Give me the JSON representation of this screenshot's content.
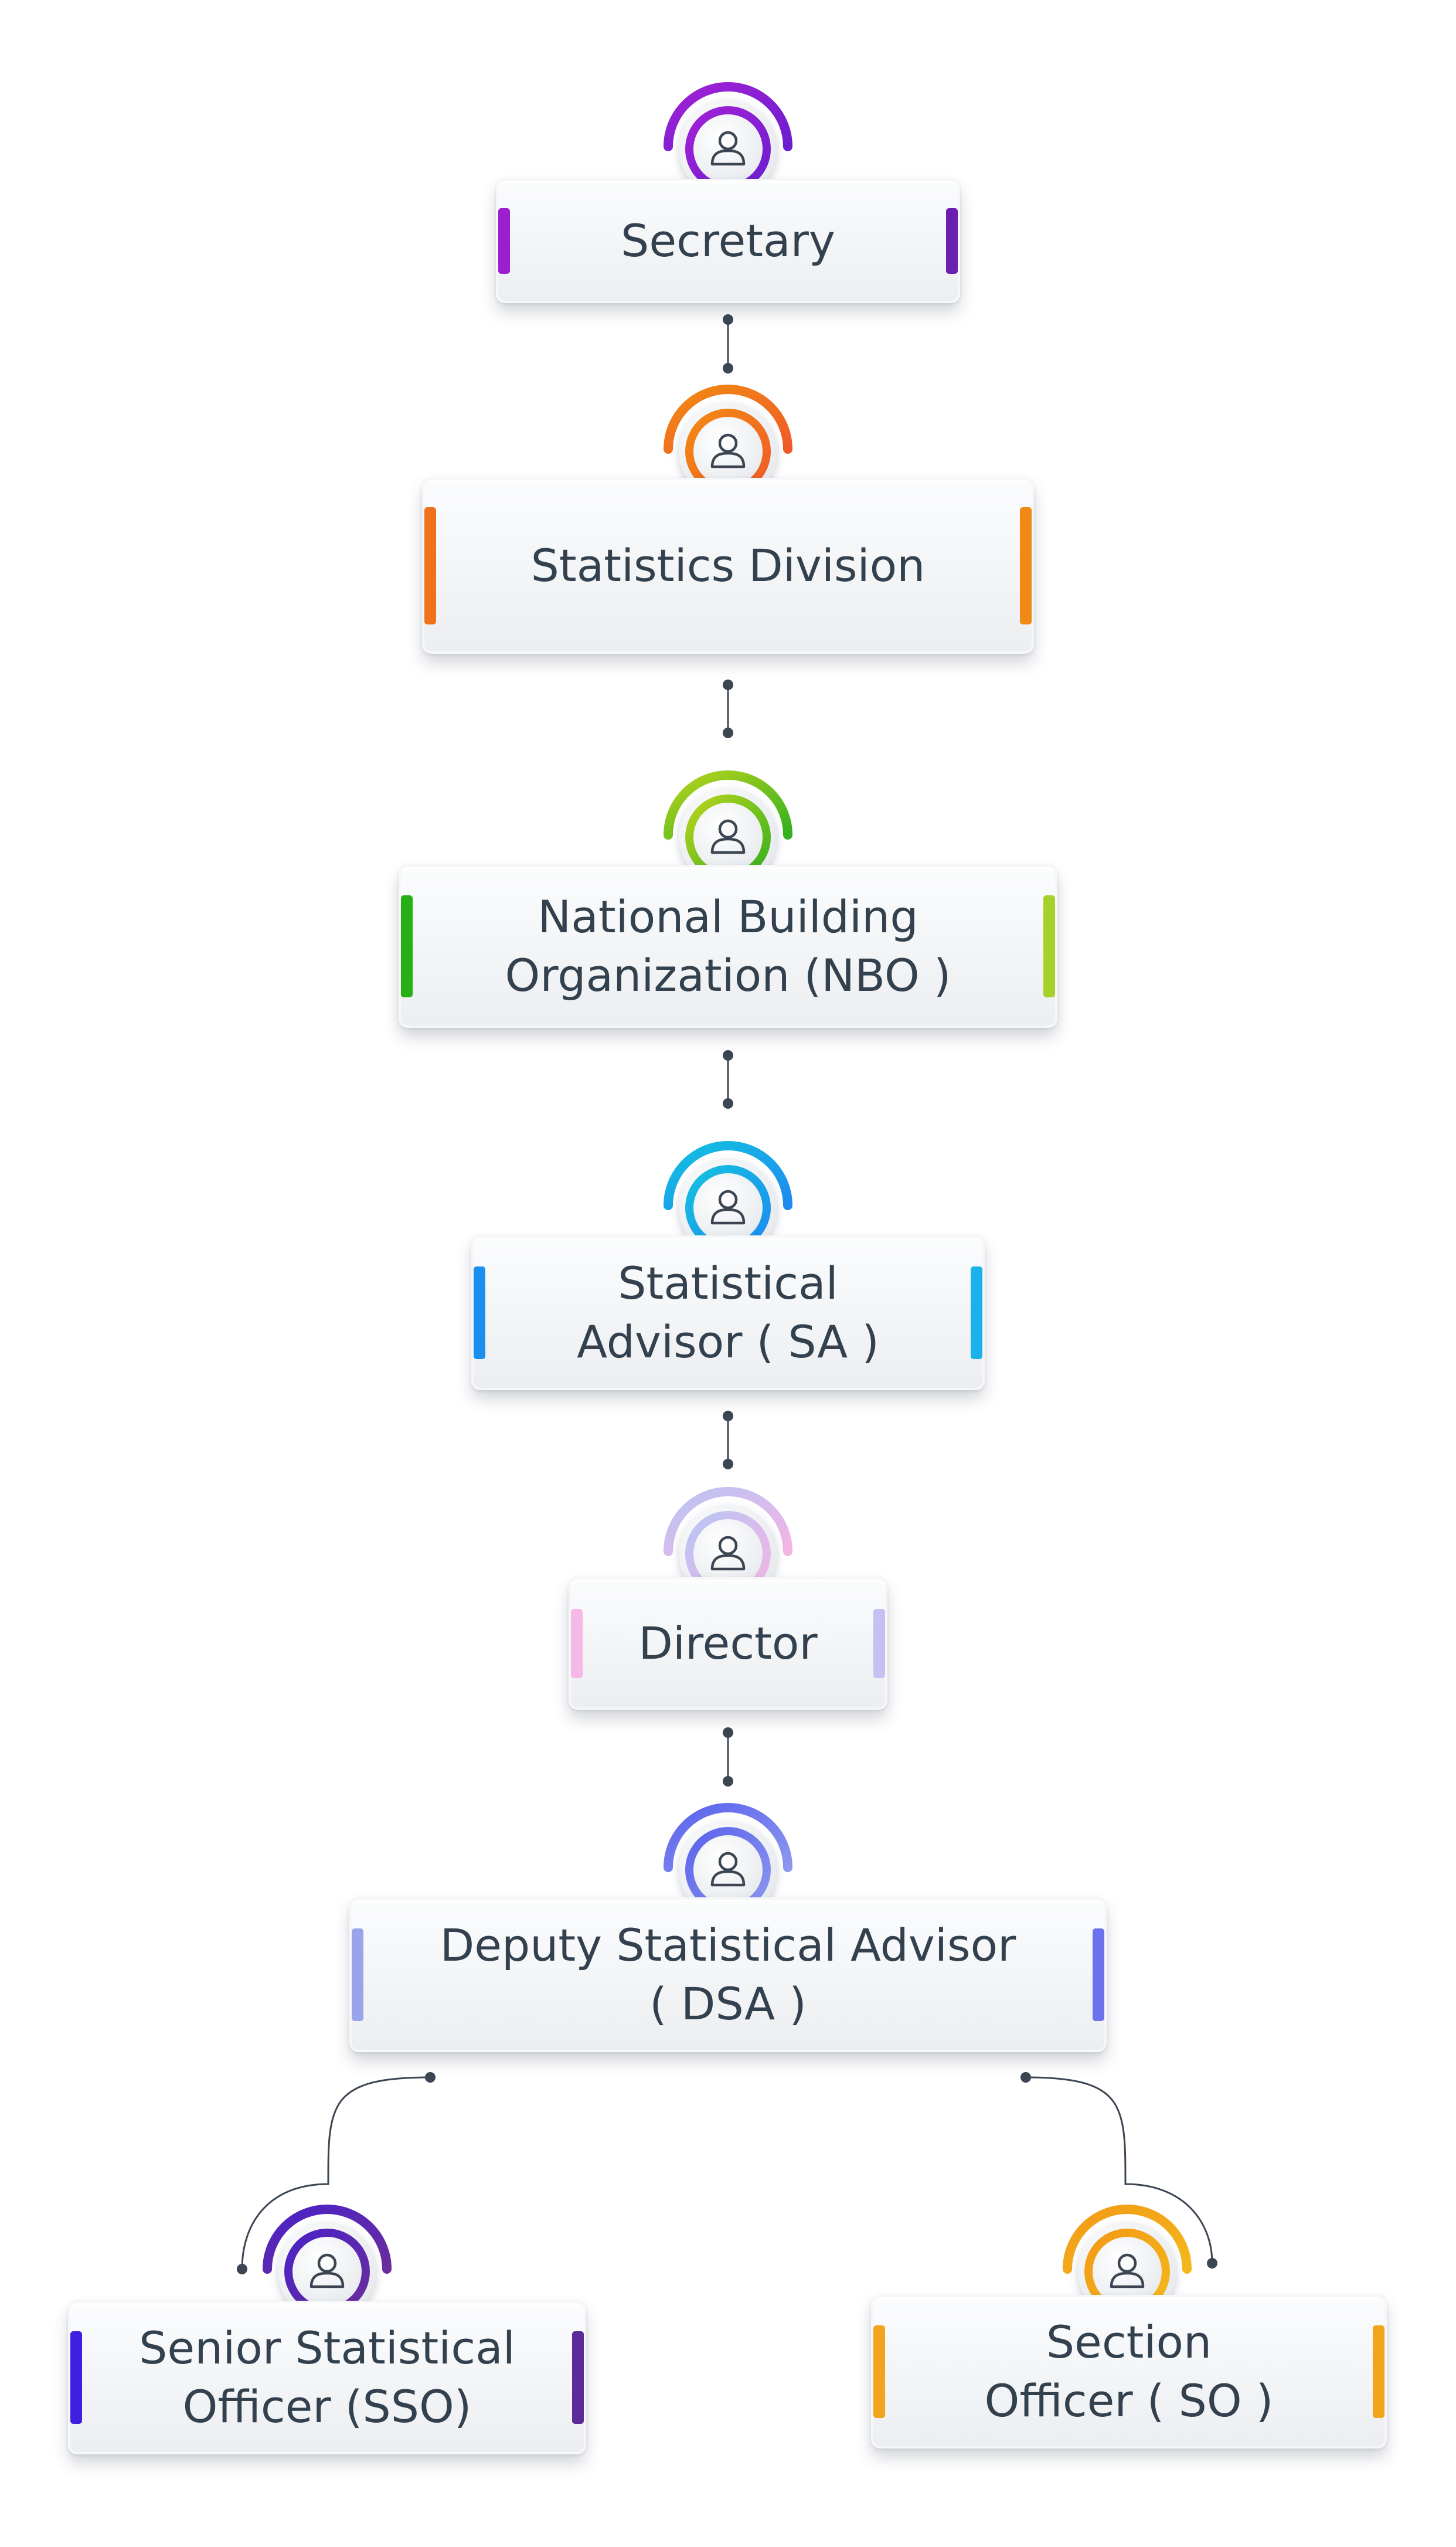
{
  "nodes": {
    "secretary": {
      "lines": [
        "Secretary"
      ],
      "colors": {
        "left": "#9b1fcf",
        "right": "#6a1fb0",
        "ring": [
          "#a321d6",
          "#6b1ecf"
        ]
      }
    },
    "statistics_division": {
      "lines": [
        "Statistics Division"
      ],
      "colors": {
        "left": "#f0711c",
        "right": "#f08a14",
        "ring": [
          "#f28a13",
          "#ef5a28"
        ]
      }
    },
    "nbo": {
      "lines": [
        "National Building",
        "Organization (NBO )"
      ],
      "colors": {
        "left": "#27b014",
        "right": "#a5d12a",
        "ring": [
          "#b9d41e",
          "#34b01f"
        ]
      }
    },
    "sa": {
      "lines": [
        "Statistical",
        "Advisor ( SA )"
      ],
      "colors": {
        "left": "#1b8ff0",
        "right": "#1ab2e8",
        "ring": [
          "#14c2e0",
          "#1e8af0"
        ]
      }
    },
    "director": {
      "lines": [
        "Director"
      ],
      "colors": {
        "left": "#f6b8e6",
        "right": "#c7c0f2",
        "ring": [
          "#b7c5f4",
          "#f4b4e4"
        ]
      }
    },
    "dsa": {
      "lines": [
        "Deputy Statistical Advisor",
        "( DSA )"
      ],
      "colors": {
        "left": "#9aa4ea",
        "right": "#6b73ec",
        "ring": [
          "#5b63ec",
          "#8d97ef"
        ]
      }
    },
    "sso": {
      "lines": [
        "Senior Statistical",
        "Officer (SSO)"
      ],
      "colors": {
        "left": "#3f1fe0",
        "right": "#5b2c98",
        "ring": [
          "#4a22c6",
          "#6a2d9c"
        ]
      }
    },
    "so": {
      "lines": [
        "Section",
        "Officer ( SO )"
      ],
      "colors": {
        "left": "#f0a51a",
        "right": "#f0a51a",
        "ring": [
          "#f39a18",
          "#f3b81a"
        ]
      }
    }
  },
  "icons": {
    "person": "person-icon"
  },
  "connector_color": "#3b4652"
}
